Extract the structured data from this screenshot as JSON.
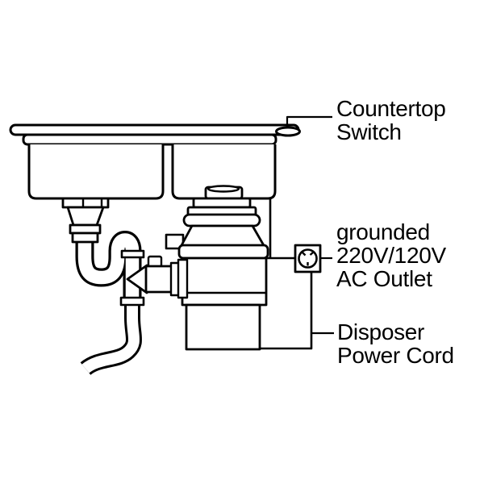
{
  "title": "Disposer installation diagram",
  "colors": {
    "background": "#ffffff",
    "line": "#000000",
    "text": "#000000"
  },
  "labels": {
    "countertop_switch": {
      "line1": "Countertop",
      "line2": "Switch"
    },
    "ac_outlet": {
      "line1": "grounded",
      "line2": "220V/120V",
      "line3": "AC Outlet"
    },
    "power_cord": {
      "line1": "Disposer",
      "line2": "Power Cord"
    }
  },
  "components": [
    "countertop",
    "countertop-switch",
    "double-bowl-sink",
    "sink-drain-tailpiece",
    "s-trap",
    "flexible-drain-hose",
    "garbage-disposer",
    "disposer-discharge-tube",
    "ac-outlet",
    "disposer-power-cord"
  ]
}
